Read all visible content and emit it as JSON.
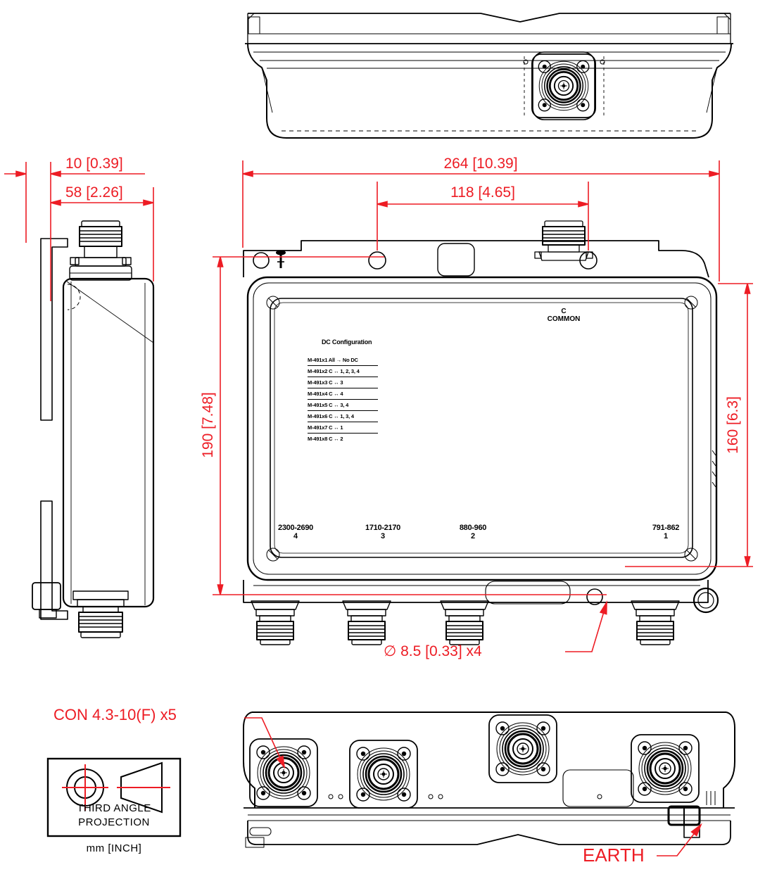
{
  "colors": {
    "dimension_red": "#ED1C24",
    "line_black": "#000000"
  },
  "dimensions": {
    "d10": "10 [0.39]",
    "d58": "58 [2.26]",
    "d264": "264 [10.39]",
    "d118": "118 [4.65]",
    "d190": "190 [7.48]",
    "d160": "160 [6.3]",
    "dhole": "∅ 8.5 [0.33]  x4"
  },
  "callouts": {
    "connector": "CON 4.3-10(F) x5",
    "earth": "EARTH"
  },
  "projection": {
    "line1": "THIRD ANGLE",
    "line2": "PROJECTION",
    "units": "mm [INCH]"
  },
  "front": {
    "common_c": "C",
    "common": "COMMON",
    "dc_title": "DC Configuration",
    "dc_rows": [
      "M-491x1  All → No DC",
      "M-491x2  C ↔ 1, 2, 3, 4",
      "M-491x3  C ↔ 3",
      "M-491x4  C ↔ 4",
      "M-491x5  C ↔ 3, 4",
      "M-491x6  C ↔ 1, 3, 4",
      "M-491x7  C ↔ 1",
      "M-491x8  C ↔ 2"
    ],
    "ports": [
      {
        "band": "2300-2690",
        "num": "4"
      },
      {
        "band": "1710-2170",
        "num": "3"
      },
      {
        "band": "880-960",
        "num": "2"
      },
      {
        "band": "791-862",
        "num": "1"
      }
    ]
  }
}
